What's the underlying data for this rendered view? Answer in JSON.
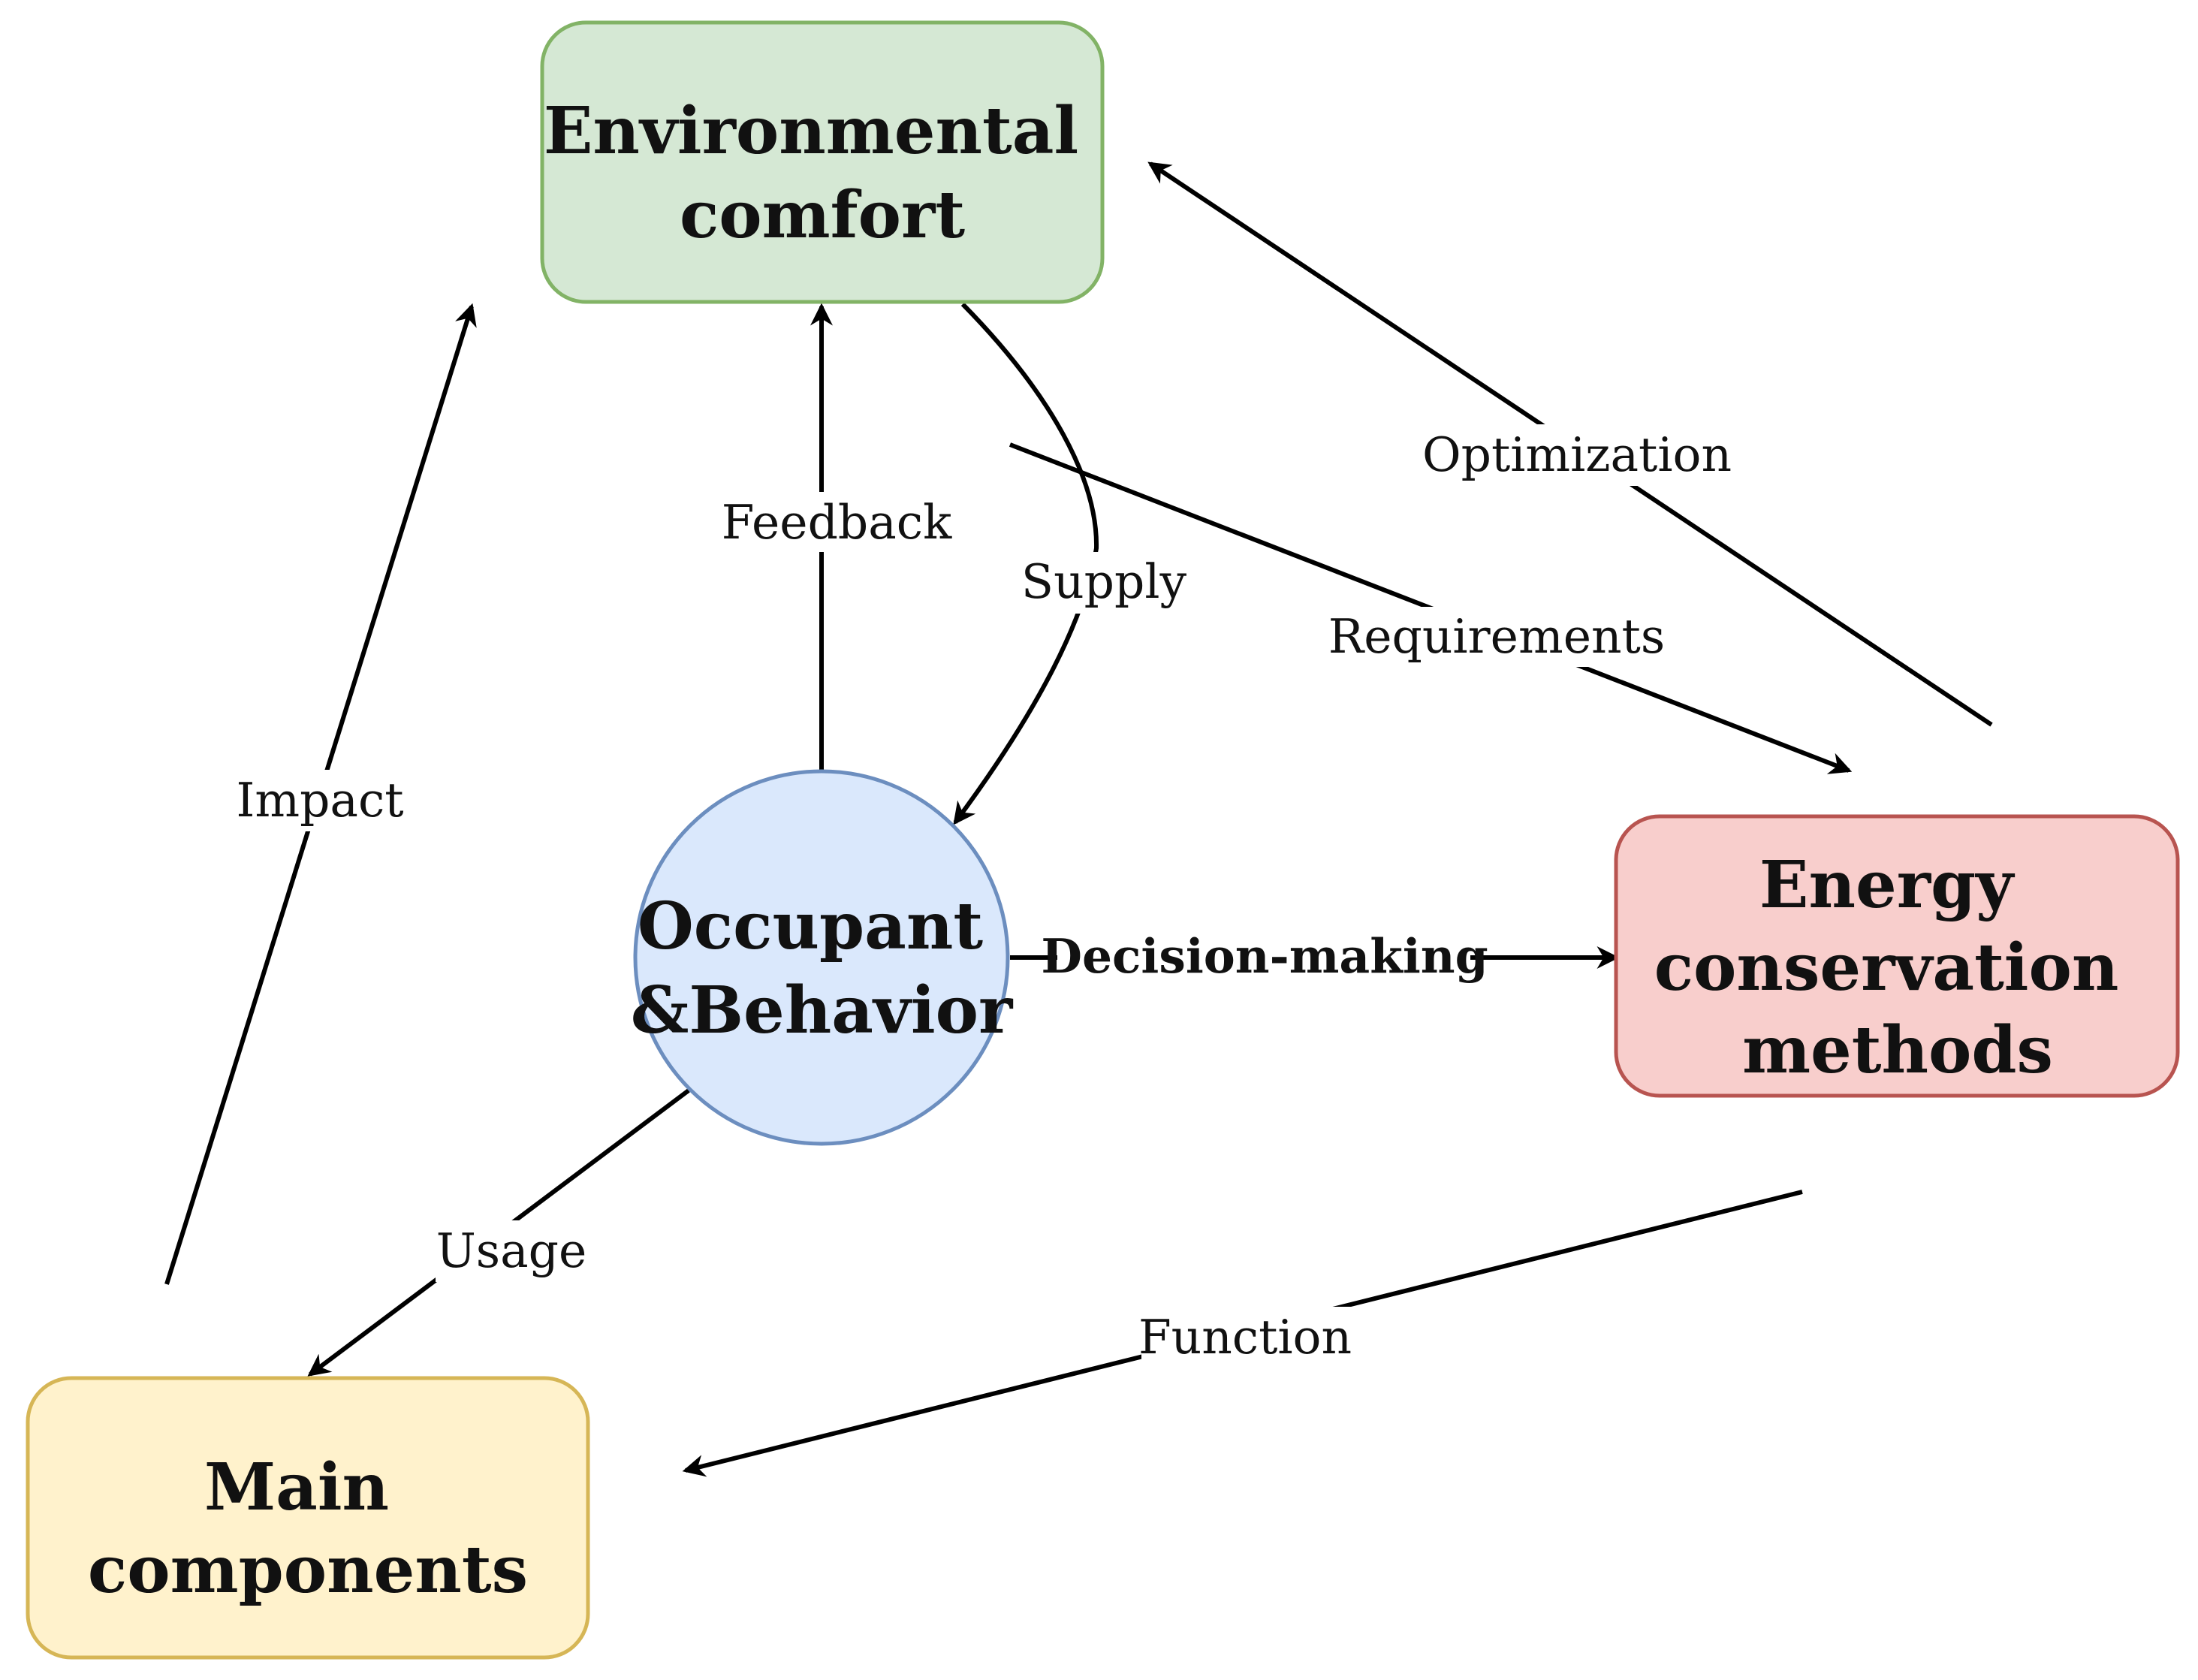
{
  "nodes": {
    "environmental_comfort": {
      "lines": [
        "Environmental",
        "comfort"
      ],
      "fill": "#d5e8d4",
      "stroke": "#82b366"
    },
    "occupant_behavior": {
      "lines": [
        "Occupant",
        "&Behavior"
      ],
      "fill": "#dae8fc",
      "stroke": "#6c8ebf"
    },
    "energy_conservation": {
      "lines": [
        "Energy",
        "conservation",
        "methods"
      ],
      "fill": "#f8cecc",
      "stroke": "#b85450"
    },
    "main_components": {
      "lines": [
        "Main",
        "components"
      ],
      "fill": "#fff2cc",
      "stroke": "#d6b656"
    }
  },
  "edges": {
    "feedback": "Feedback",
    "supply": "Supply",
    "requirements": "Requirements",
    "optimization": "Optimization",
    "decision_making": "Decision-making",
    "usage": "Usage",
    "impact": "Impact",
    "function": "Function"
  }
}
